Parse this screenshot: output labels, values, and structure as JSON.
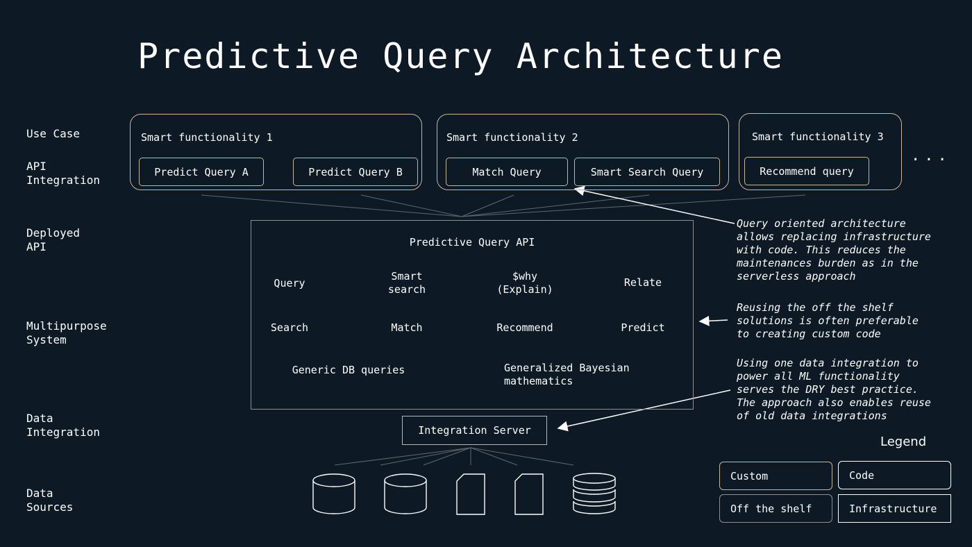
{
  "title": "Predictive Query Architecture",
  "row_labels": {
    "use_case": "Use Case",
    "api_integration": "API\nIntegration",
    "deployed_api": "Deployed\nAPI",
    "multipurpose_system": "Multipurpose\nSystem",
    "data_integration": "Data\nIntegration",
    "data_sources": "Data\nSources"
  },
  "use_cases": [
    {
      "title": "Smart functionality 1",
      "queries": [
        "Predict Query A",
        "Predict Query B"
      ]
    },
    {
      "title": "Smart functionality 2",
      "queries": [
        "Match Query",
        "Smart Search Query"
      ]
    },
    {
      "title": "Smart functionality 3",
      "queries": [
        "Recommend query"
      ]
    }
  ],
  "ellipsis": "...",
  "api": {
    "title": "Predictive Query API",
    "capabilities": [
      "Query",
      "Smart\nsearch",
      "$why\n(Explain)",
      "Relate",
      "Search",
      "Match",
      "Recommend",
      "Predict"
    ],
    "foundations": [
      "Generic DB queries",
      "Generalized Bayesian\nmathematics"
    ]
  },
  "integration_server": "Integration Server",
  "notes": [
    "Query oriented architecture\nallows replacing infrastructure\nwith code. This reduces the\nmaintenances burden as in the\nserverless approach",
    "Reusing the off the shelf\nsolutions is often preferable\nto creating custom code",
    "Using one data integration to\npower all ML functionality\nserves the DRY best practice.\nThe approach also enables reuse\nof old data integrations"
  ],
  "legend": {
    "title": "Legend",
    "custom": "Custom",
    "code": "Code",
    "off_the_shelf": "Off the shelf",
    "infrastructure": "Infrastructure"
  },
  "data_source_icons": [
    "database-icon",
    "database-icon",
    "document-icon",
    "document-icon",
    "stacked-database-icon"
  ],
  "colors": {
    "background": "#0d1a26",
    "custom_border": "#c9b59a",
    "off_the_shelf_border": "#8f8f8f",
    "code_border": "#ffffff"
  }
}
